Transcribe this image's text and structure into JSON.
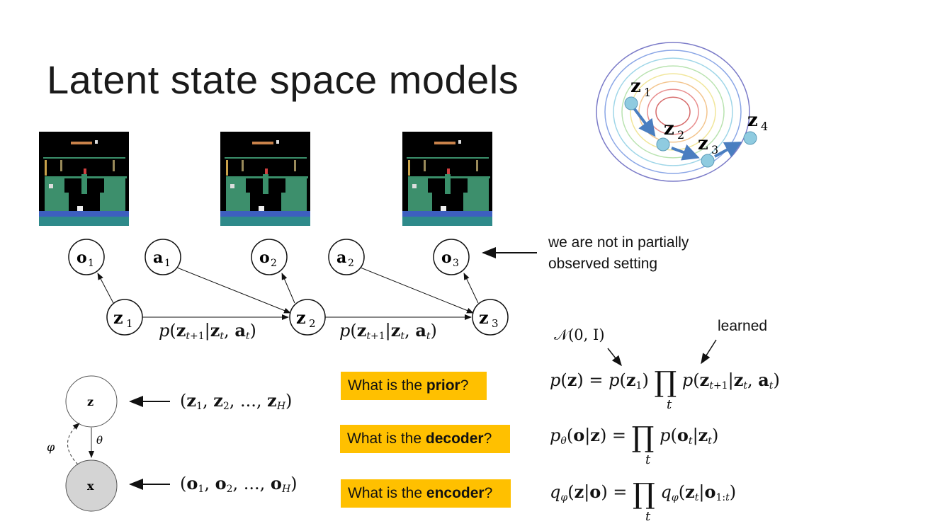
{
  "title": "Latent state space models",
  "observations": [
    "o",
    "o",
    "o"
  ],
  "obs_subscripts": [
    "1",
    "2",
    "3"
  ],
  "actions": [
    "a",
    "a"
  ],
  "action_subscripts": [
    "1",
    "2"
  ],
  "states": [
    "z",
    "z",
    "z"
  ],
  "state_subscripts": [
    "1",
    "2",
    "3"
  ],
  "transition_labels": [
    "p(z_{t+1}|z_t, a_t)",
    "p(z_{t+1}|z_t, a_t)"
  ],
  "note_partial": [
    "we are not in partially",
    "observed setting"
  ],
  "orbit": {
    "labels": [
      "z",
      "z",
      "z",
      "z"
    ],
    "subscripts": [
      "1",
      "2",
      "3",
      "4"
    ],
    "ring_colors": [
      "#7b7bc8",
      "#8aa6e6",
      "#9fd6e8",
      "#b9e3b0",
      "#f1e69a",
      "#f3c58e",
      "#e88e8e",
      "#d66a6a"
    ]
  },
  "vae": {
    "latent_label": "z",
    "observed_label": "x",
    "phi_label": "φ",
    "theta_label": "θ",
    "latent_seq": "(z_1, z_2, ..., z_H)",
    "observed_seq": "(o_1, o_2, ..., o_H)"
  },
  "questions": [
    {
      "prefix": "What is the ",
      "bold": "prior",
      "suffix": "?"
    },
    {
      "prefix": "What is the ",
      "bold": "decoder",
      "suffix": "?"
    },
    {
      "prefix": "What is the ",
      "bold": "encoder",
      "suffix": "?"
    }
  ],
  "annotations": {
    "normal": "𝒩(0, I)",
    "learned": "learned"
  },
  "equations": {
    "prior": "p(z) = p(z_1) ∏_t p(z_{t+1}|z_t, a_t)",
    "decoder": "p_θ(o|z) = ∏_t p(o_t|z_t)",
    "encoder": "q_φ(z|o) = ∏_t q_φ(z_t|o_{1:t})"
  },
  "colors": {
    "question_bg": "#ffc000",
    "orbit_point": "#8fcbe0",
    "orbit_arrow": "#4a7ec0",
    "observed_fill": "#d4d4d4"
  }
}
